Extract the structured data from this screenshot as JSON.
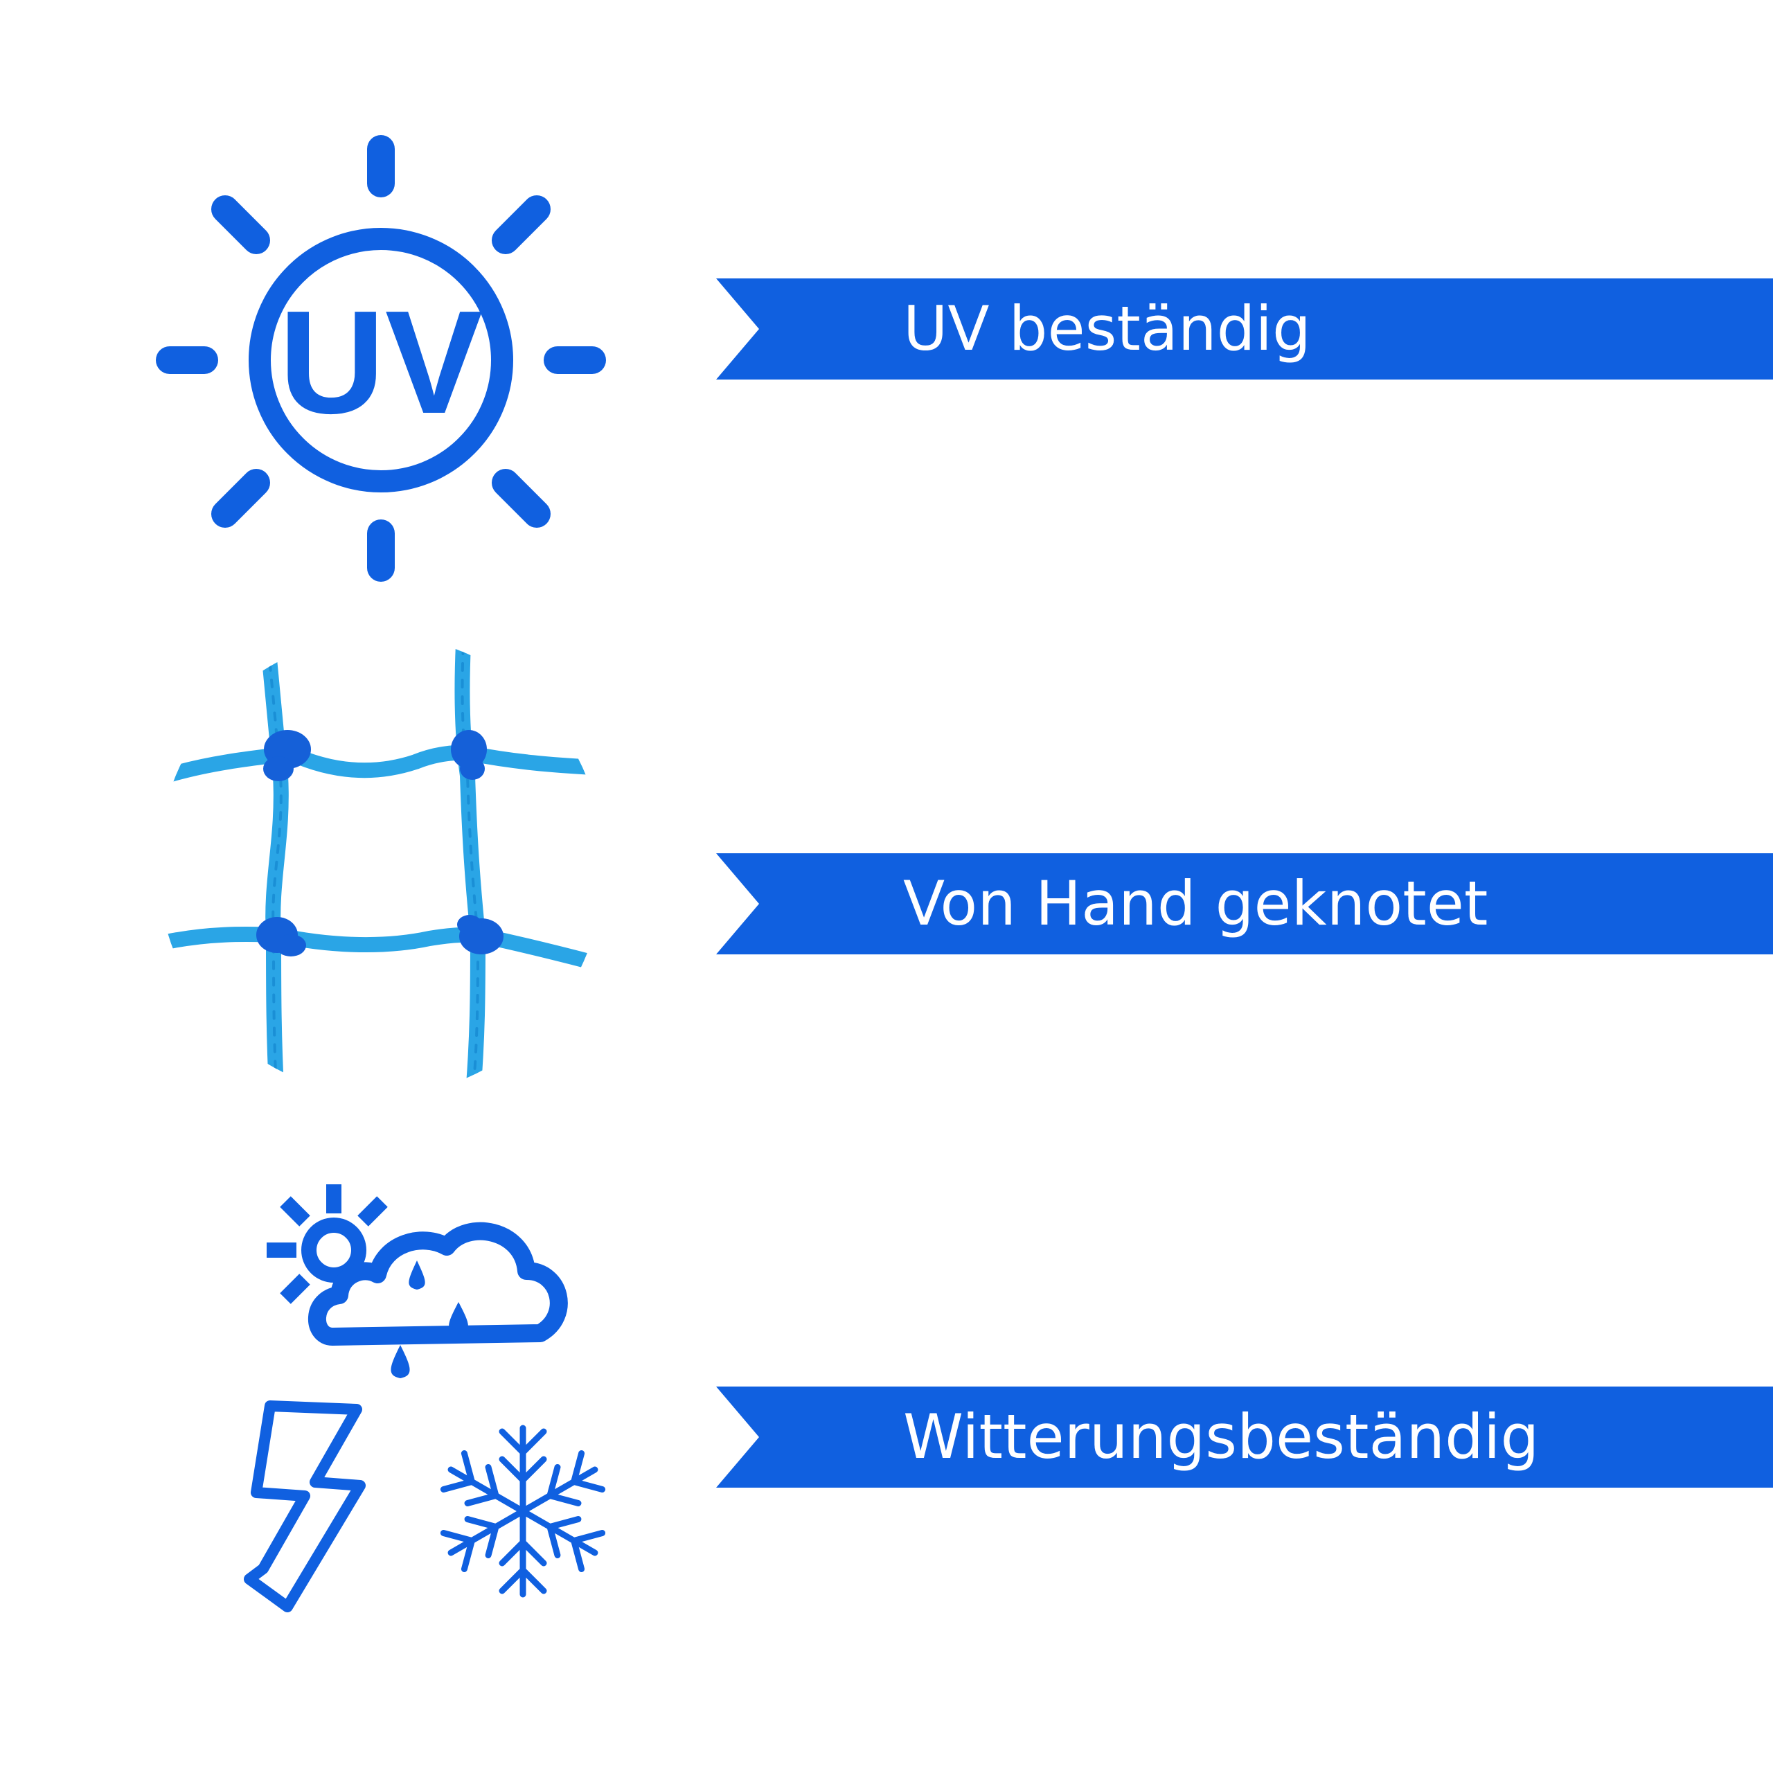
{
  "colors": {
    "brand_blue": "#1060e0",
    "net_blue": "#2aa5e6",
    "knot_blue": "#1560d8",
    "background": "#ffffff"
  },
  "features": [
    {
      "label": "UV beständig",
      "icon": "uv-sun-icon",
      "icon_text": "UV"
    },
    {
      "label": "Von Hand geknotet",
      "icon": "knotted-net-icon"
    },
    {
      "label": "Witterungsbeständig",
      "icon": "weather-icon"
    }
  ]
}
